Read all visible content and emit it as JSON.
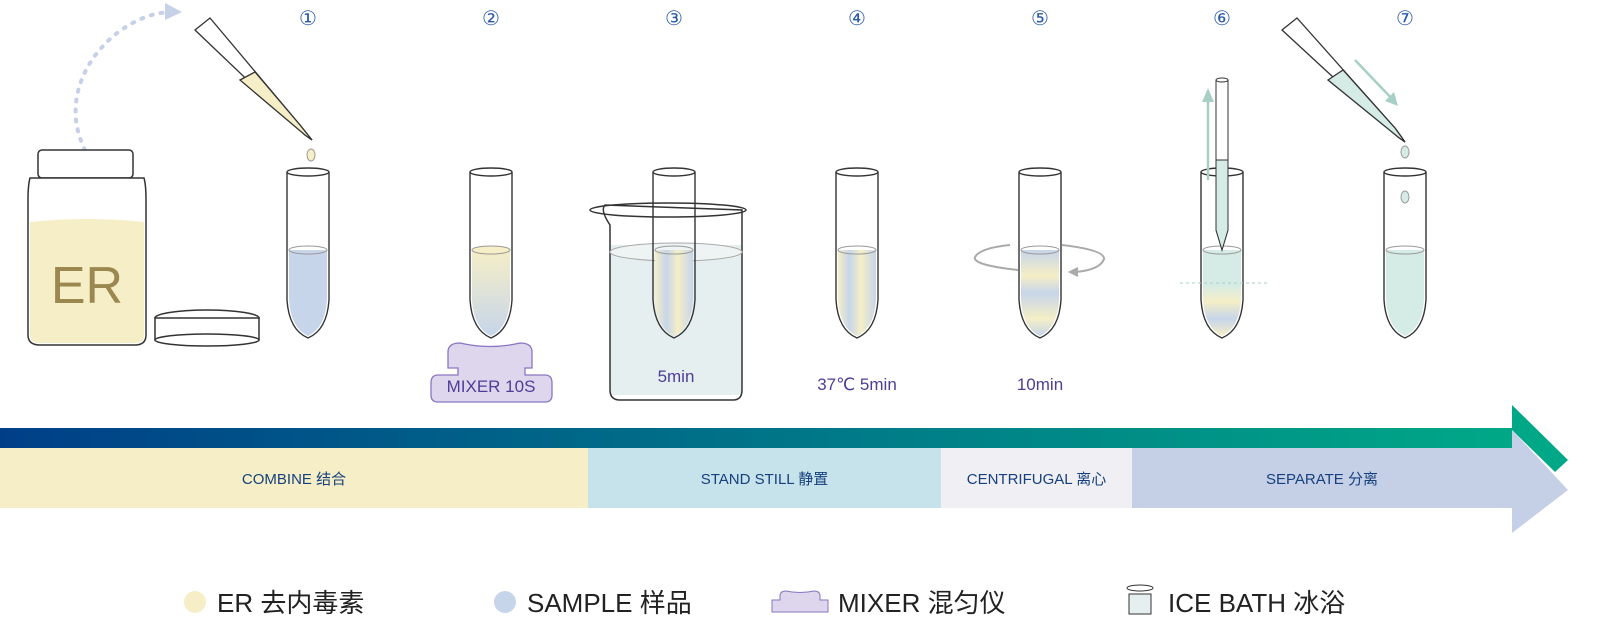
{
  "steps": [
    "①",
    "②",
    "③",
    "④",
    "⑤",
    "⑥",
    "⑦"
  ],
  "jar_label": "ER",
  "labels": {
    "mixer": "MIXER 10S",
    "stand": "5min",
    "incubate": "37℃ 5min",
    "centrifuge": "10min"
  },
  "phases": [
    {
      "label": "COMBINE 结合",
      "color": "#f5eec6"
    },
    {
      "label": "STAND STILL 静置",
      "color": "#c6e2ea"
    },
    {
      "label": "CENTRIFUGAL 离心",
      "color": "#f0eff3"
    },
    {
      "label": "SEPARATE 分离",
      "color": "#c5cfe6"
    }
  ],
  "legend": [
    {
      "icon": "er-dot-icon",
      "label": "ER 去内毒素",
      "color": "#f5eec6"
    },
    {
      "icon": "sample-dot-icon",
      "label": "SAMPLE 样品",
      "color": "#c6d5ea"
    },
    {
      "icon": "mixer-icon",
      "label": "MIXER 混匀仪",
      "color": "#ddd6ec"
    },
    {
      "icon": "ice-bath-icon",
      "label": "ICE BATH 冰浴",
      "color": "#e6efef"
    }
  ],
  "colors": {
    "gradient_start": "#003f88",
    "gradient_end": "#00a887",
    "label": "#4f3d96",
    "step": "#2a5aa8"
  }
}
